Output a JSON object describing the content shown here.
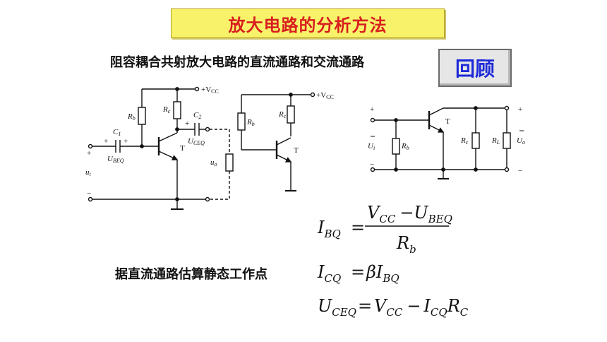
{
  "header": {
    "title": "放大电路的分析方法"
  },
  "subtitle": "阻容耦合共射放大电路的直流通路和交流通路",
  "review_button": {
    "label": "回顾"
  },
  "caption": "据直流通路估算静态工作点",
  "circuit_labels": {
    "vcc": "+V",
    "vcc_sub": "CC",
    "rb": "R",
    "rb_sub": "b",
    "rc": "R",
    "rc_sub": "c",
    "rl": "R",
    "rl_sub": "L",
    "c1": "C",
    "c1_sub": "1",
    "c2": "C",
    "c2_sub": "2",
    "t": "T",
    "ui": "u",
    "ui_sub": "i",
    "uo": "u",
    "uo_sub": "o",
    "ubeq": "U",
    "ubeq_sub": "BEQ",
    "uceq": "U",
    "uceq_sub": "CEQ",
    "Ui": "U",
    "Ui_sub": "i",
    "Uo": "U",
    "Uo_sub": "o",
    "plus": "+",
    "minus": "−"
  },
  "equations": {
    "ibq_lhs": "I",
    "ibq_lhs_sub": "BQ",
    "eq_sign": "=",
    "ibq_num_a": "V",
    "ibq_num_a_sub": "CC",
    "ibq_num_minus": "−",
    "ibq_num_b": "U",
    "ibq_num_b_sub": "BEQ",
    "ibq_den": "R",
    "ibq_den_sub": "b",
    "icq_lhs": "I",
    "icq_lhs_sub": "CQ",
    "icq_rhs": "βI",
    "icq_rhs_sub": "BQ",
    "uceq_lhs": "U",
    "uceq_lhs_sub": "CEQ",
    "uceq_a": "V",
    "uceq_a_sub": "CC",
    "uceq_minus": "−",
    "uceq_b": "I",
    "uceq_b_sub": "CQ",
    "uceq_c": "R",
    "uceq_c_sub": "C"
  }
}
